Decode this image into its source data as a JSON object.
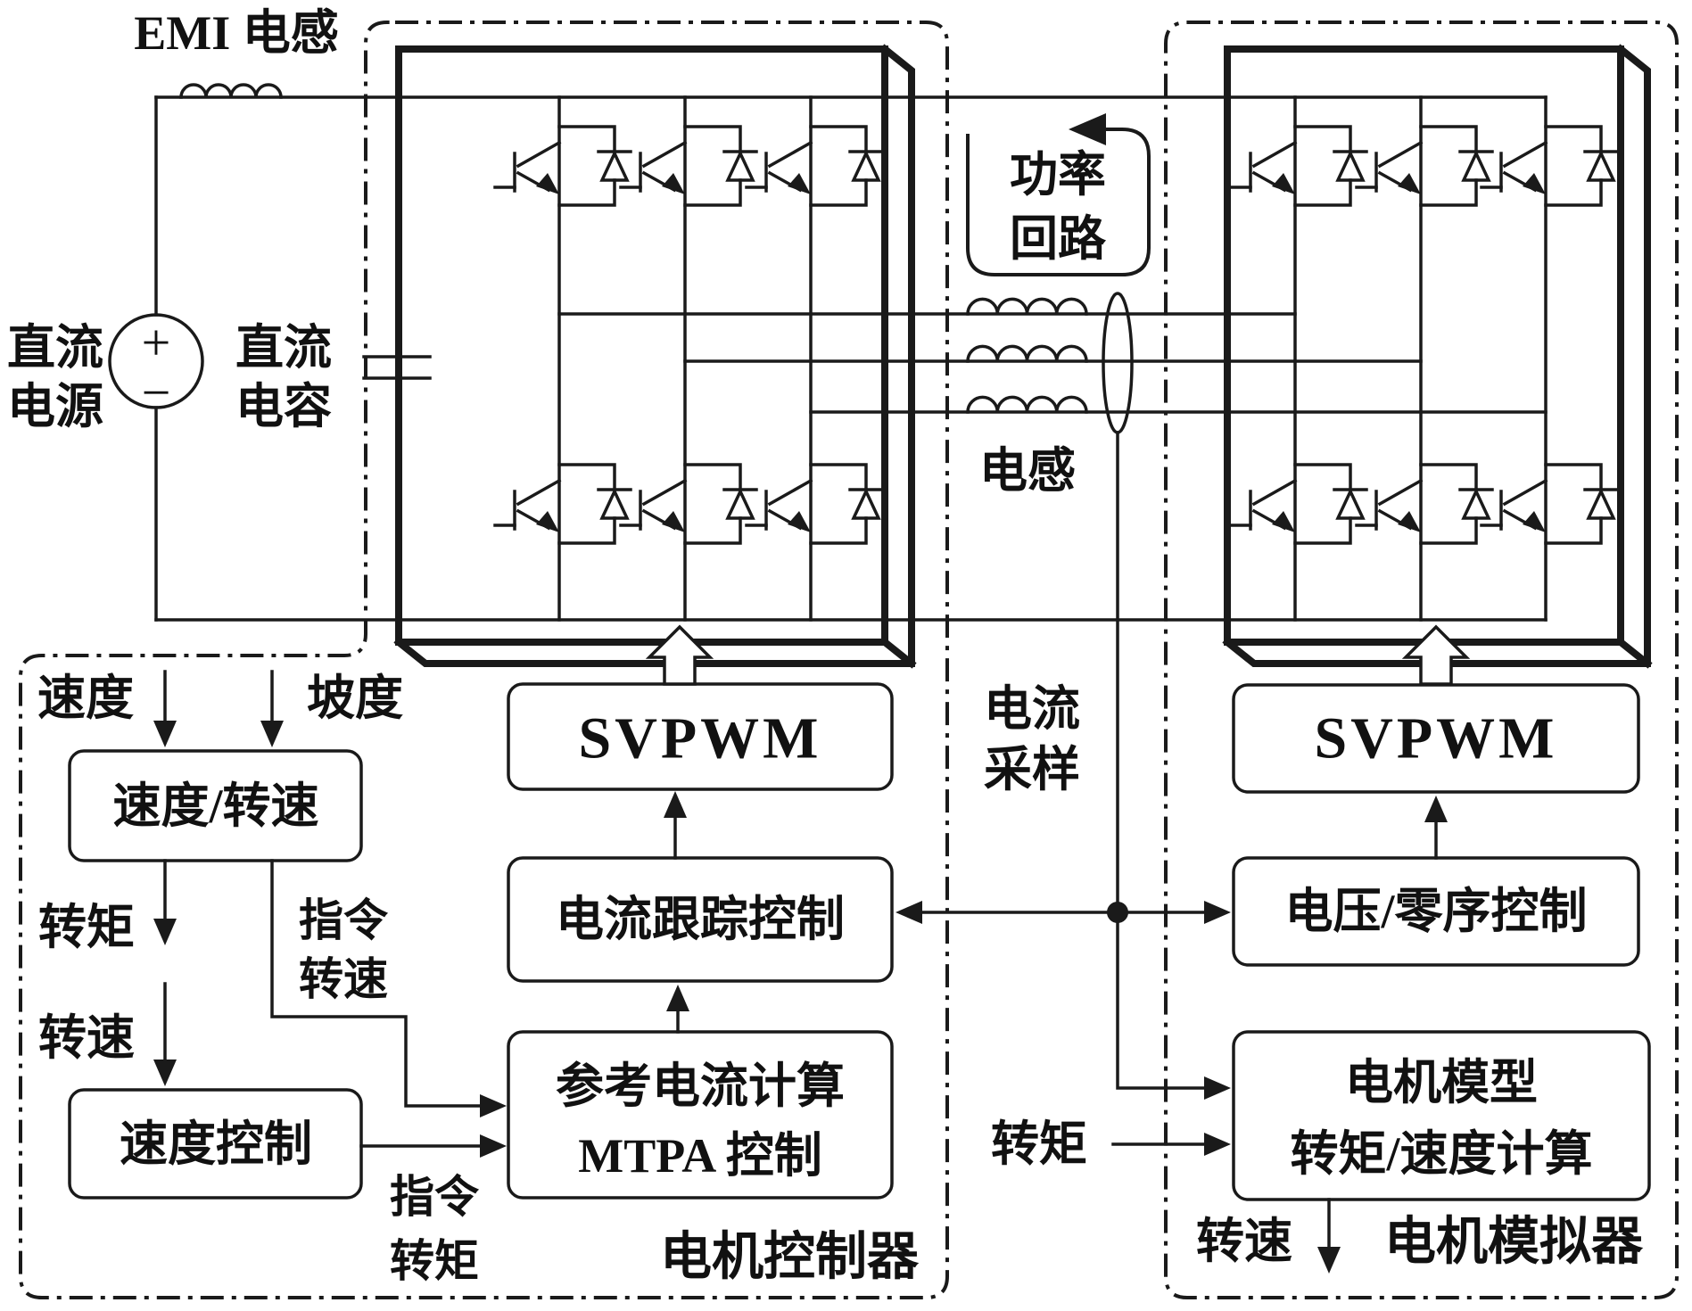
{
  "diagram": {
    "emi_label": "EMI 电感",
    "dc_source": {
      "line1": "直流",
      "line2": "电源",
      "plus": "+",
      "minus": "−"
    },
    "dc_cap": {
      "line1": "直流",
      "line2": "电容"
    },
    "power_loop": {
      "line1": "功率",
      "line2": "回路"
    },
    "phase_inductor_label": "电感",
    "current_sampling": {
      "line1": "电流",
      "line2": "采样"
    },
    "left": {
      "svpwm": "SVPWM",
      "current_tracking": "电流跟踪控制",
      "ref_current": {
        "line1": "参考电流计算",
        "line2": "MTPA 控制"
      },
      "speed_in": "速度",
      "grade_in": "坡度",
      "speed_rpm_box": "速度/转速",
      "torque_label": "转矩",
      "rpm_label": "转速",
      "cmd_rpm": {
        "line1": "指令",
        "line2": "转速"
      },
      "speed_control_box": "速度控制",
      "cmd_torque": {
        "line1": "指令",
        "line2": "转矩"
      },
      "module_label": "电机控制器"
    },
    "right": {
      "svpwm": "SVPWM",
      "voltage_zero": "电压/零序控制",
      "motor_model": {
        "line1": "电机模型",
        "line2": "转矩/速度计算"
      },
      "torque_in": "转矩",
      "rpm_out": "转速",
      "module_label": "电机模拟器"
    }
  }
}
